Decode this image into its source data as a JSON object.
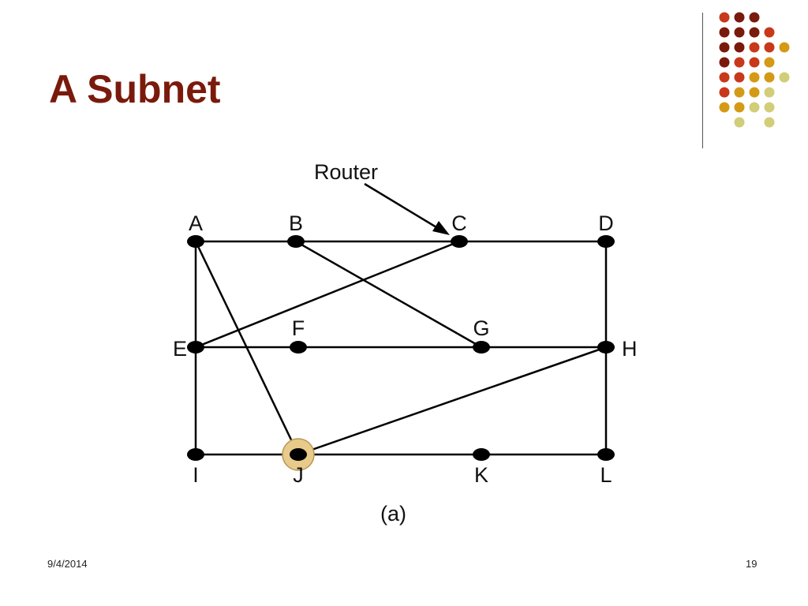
{
  "slide": {
    "title": "A Subnet",
    "date": "9/4/2014",
    "page_number": "19"
  },
  "colors": {
    "title": "#7a1a0c",
    "decor_dots": [
      "#7a1a0c",
      "#c8381a",
      "#d49a16",
      "#d2cd78"
    ]
  },
  "decoration": {
    "dot_grid_icon": "dot-grid-icon"
  },
  "diagram": {
    "router_label": "Router",
    "caption": "(a)",
    "highlighted_node": "J",
    "nodes": [
      {
        "id": "A",
        "label": "A"
      },
      {
        "id": "B",
        "label": "B"
      },
      {
        "id": "C",
        "label": "C"
      },
      {
        "id": "D",
        "label": "D"
      },
      {
        "id": "E",
        "label": "E"
      },
      {
        "id": "F",
        "label": "F"
      },
      {
        "id": "G",
        "label": "G"
      },
      {
        "id": "H",
        "label": "H"
      },
      {
        "id": "I",
        "label": "I"
      },
      {
        "id": "J",
        "label": "J"
      },
      {
        "id": "K",
        "label": "K"
      },
      {
        "id": "L",
        "label": "L"
      }
    ],
    "edges": [
      [
        "A",
        "B"
      ],
      [
        "B",
        "C"
      ],
      [
        "C",
        "D"
      ],
      [
        "A",
        "E"
      ],
      [
        "E",
        "I"
      ],
      [
        "D",
        "H"
      ],
      [
        "H",
        "L"
      ],
      [
        "E",
        "F"
      ],
      [
        "F",
        "G"
      ],
      [
        "G",
        "H"
      ],
      [
        "I",
        "J"
      ],
      [
        "J",
        "K"
      ],
      [
        "K",
        "L"
      ],
      [
        "A",
        "J"
      ],
      [
        "B",
        "G"
      ],
      [
        "E",
        "C"
      ],
      [
        "J",
        "H"
      ]
    ]
  }
}
